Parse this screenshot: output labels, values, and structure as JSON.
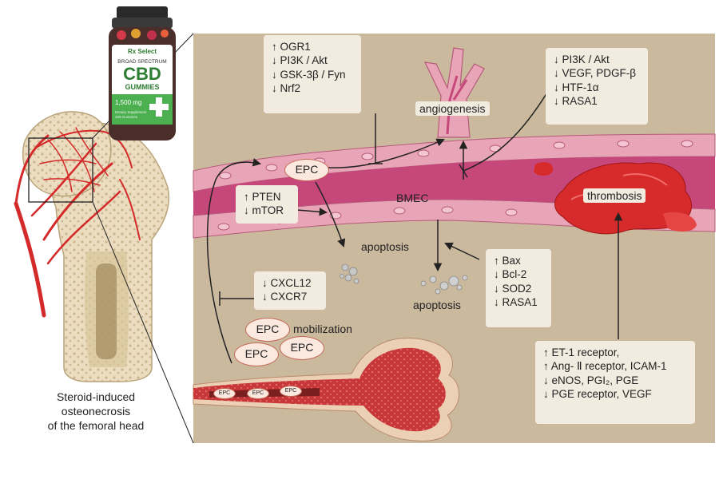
{
  "boxes": {
    "top_center": [
      "↑ OGR1",
      "↓ PI3K / Akt",
      "↓ GSK-3β / Fyn",
      "↓ Nrf2"
    ],
    "top_right": [
      "↓ PI3K / Akt",
      "↓ VEGF, PDGF-β",
      "↓ HTF-1α",
      "↓ RASA1"
    ],
    "mid_left": [
      "↑ PTEN",
      "↓ mTOR"
    ],
    "chemo": [
      "↓ CXCL12",
      "↓ CXCR7"
    ],
    "apop_right": [
      "↑ Bax",
      "↓ Bcl-2",
      "↓ SOD2",
      "↓ RASA1"
    ],
    "bottom_right": [
      "↑ ET-1 receptor,",
      "↑ Ang- Ⅱ receptor, ICAM-1",
      "↓ eNOS, PGI₂, PGE",
      "↓ PGE receptor, VEGF"
    ]
  },
  "labels": {
    "angiogenesis": "angiogenesis",
    "thrombosis": "thrombosis",
    "bmec": "BMEC",
    "apoptosis_left": "apoptosis",
    "apoptosis_center": "apoptosis",
    "mobilization": "mobilization"
  },
  "epc": {
    "vessel": "EPC",
    "mob_1": "EPC",
    "mob_2": "EPC",
    "mob_3": "EPC",
    "marrow": [
      "EPC",
      "EPC",
      "EPC"
    ]
  },
  "caption": [
    "Steroid-induced",
    "osteonecrosis",
    "of the femoral head"
  ],
  "product": {
    "brand": "Rx Select",
    "line1": "BROAD SPECTRUM",
    "line2": "CBD",
    "line3": "GUMMIES",
    "dose": "1,500 mg",
    "fine": "Dietary Supplement",
    "count": "100 Gummies"
  },
  "colors": {
    "panel": "#cbb99e",
    "vessel_wall": "#e9a5b8",
    "lumen": "#c6477a",
    "thrombus": "#d72a2a",
    "box_bg": "#f1ebe0",
    "bone_marrow": "#c7373a"
  }
}
